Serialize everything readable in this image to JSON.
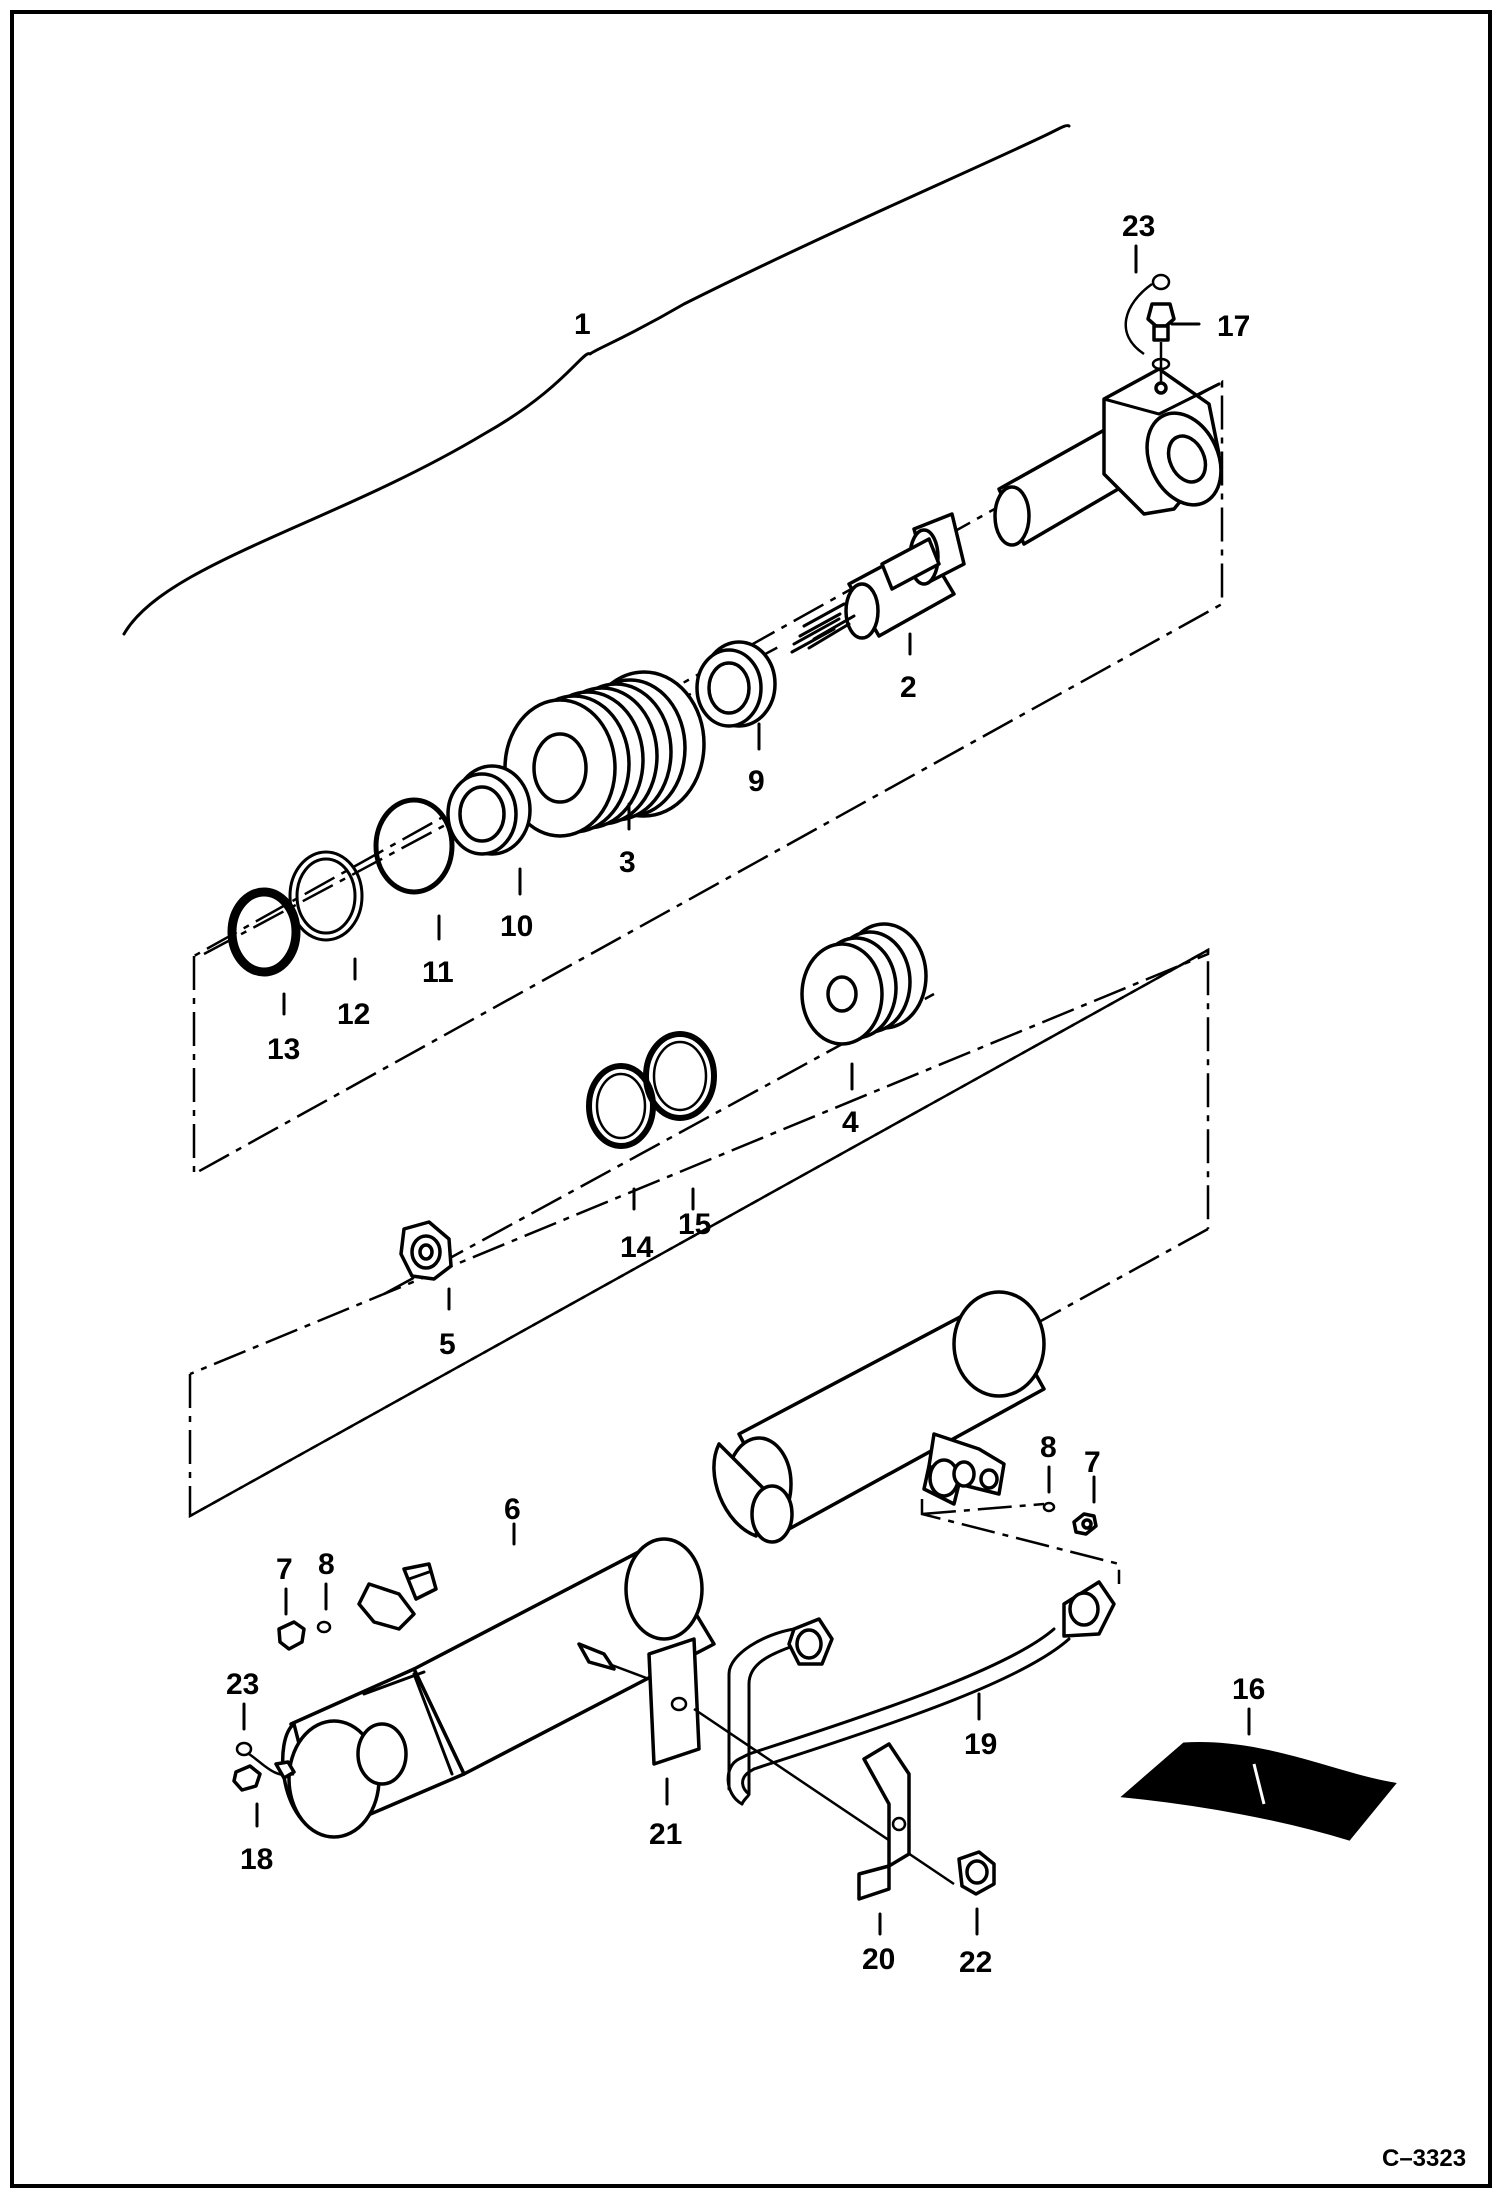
{
  "diagram": {
    "code": "C–3323",
    "callouts": {
      "c1": "1",
      "c2": "2",
      "c3": "3",
      "c4": "4",
      "c5": "5",
      "c6": "6",
      "c7a": "7",
      "c7b": "7",
      "c8a": "8",
      "c8b": "8",
      "c9": "9",
      "c10": "10",
      "c11": "11",
      "c12": "12",
      "c13": "13",
      "c14": "14",
      "c15": "15",
      "c16": "16",
      "c17": "17",
      "c18": "18",
      "c19": "19",
      "c20": "20",
      "c21": "21",
      "c22": "22",
      "c23a": "23",
      "c23b": "23"
    }
  }
}
